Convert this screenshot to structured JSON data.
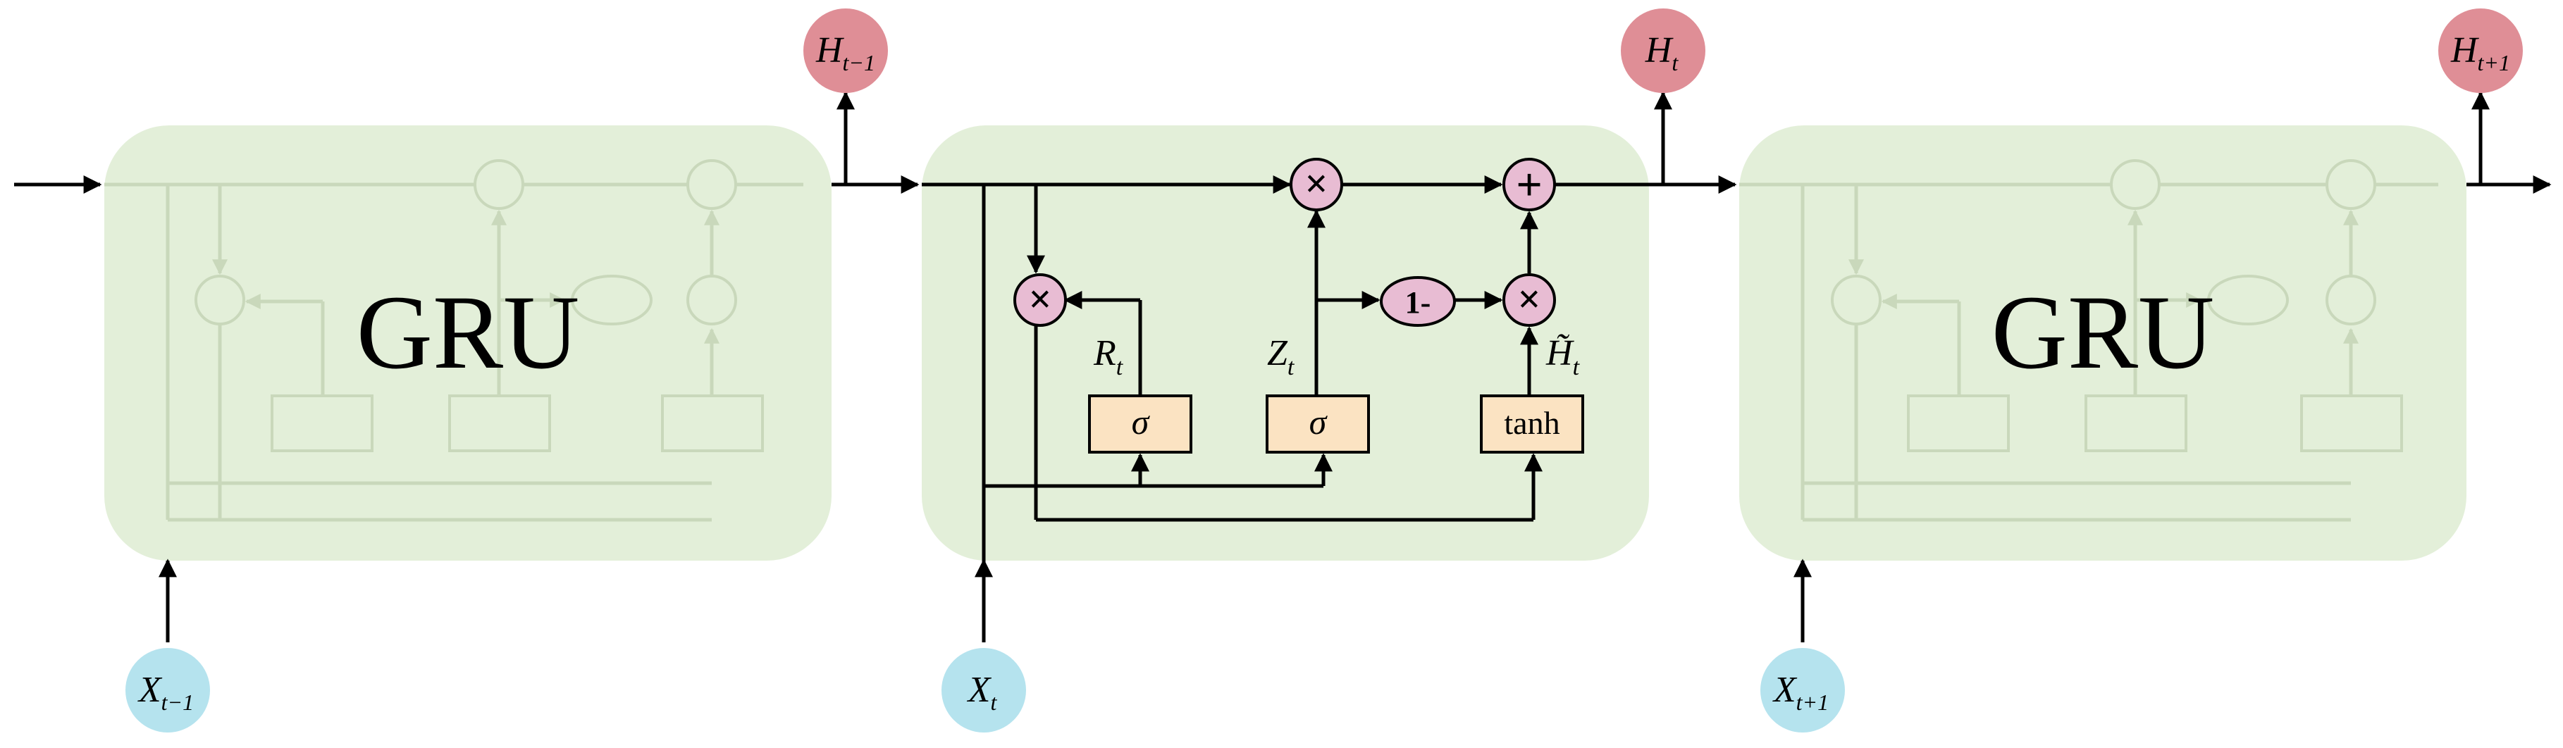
{
  "cells": {
    "left_label": "GRU",
    "right_label": "GRU"
  },
  "outputs": {
    "prev": {
      "base": "H",
      "sub": "t−1"
    },
    "cur": {
      "base": "H",
      "sub": "t"
    },
    "next": {
      "base": "H",
      "sub": "t+1"
    }
  },
  "inputs": {
    "prev": {
      "base": "X",
      "sub": "t−1"
    },
    "cur": {
      "base": "X",
      "sub": "t"
    },
    "next": {
      "base": "X",
      "sub": "t+1"
    }
  },
  "gates": {
    "reset": {
      "symbol": "σ",
      "label_base": "R",
      "label_sub": "t"
    },
    "update": {
      "symbol": "σ",
      "label_base": "Z",
      "label_sub": "t"
    },
    "candidate": {
      "symbol": "tanh",
      "label_base": "H̃",
      "label_sub": "t"
    }
  },
  "operators": {
    "multiply": "×",
    "add": "+",
    "one_minus": "1-"
  },
  "colors": {
    "cell_fill": "#e3efd9",
    "output_node": "#df8e96",
    "input_node": "#b5e3ee",
    "op_node": "#e8bcd3",
    "gate_box": "#fbe3c2",
    "line": "#000000",
    "faded_line": "#c9d8bb"
  }
}
